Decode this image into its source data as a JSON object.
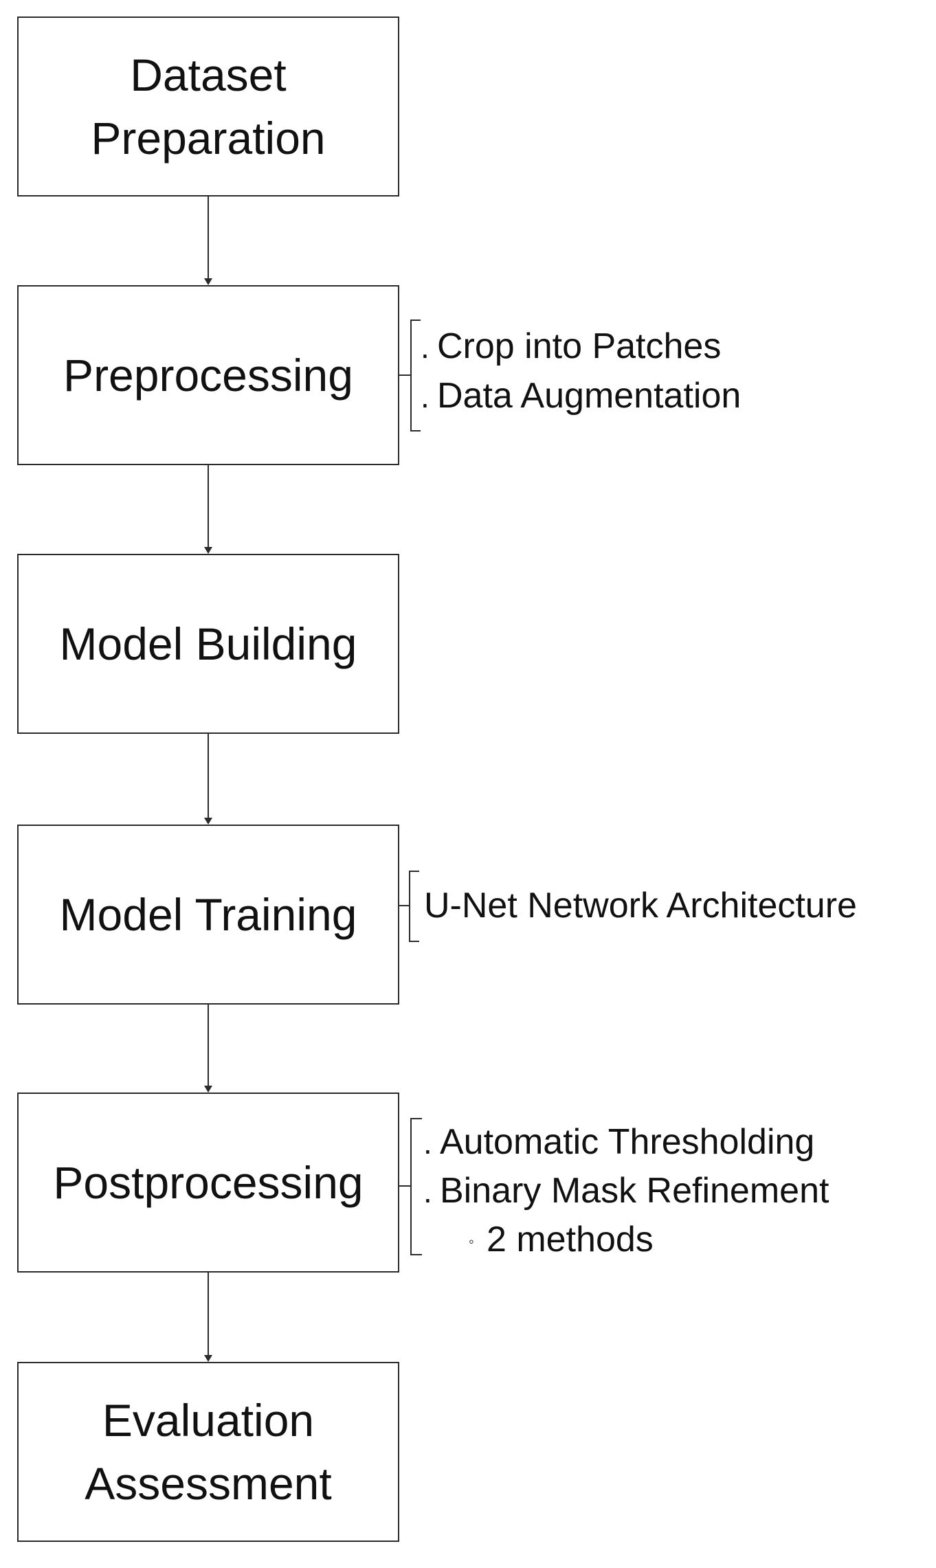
{
  "steps": [
    {
      "label": "Dataset\nPreparation"
    },
    {
      "label": "Preprocessing"
    },
    {
      "label": "Model Building"
    },
    {
      "label": "Model Training"
    },
    {
      "label": "Postprocessing"
    },
    {
      "label": "Evaluation\nAssessment"
    }
  ],
  "annotations": {
    "preprocessing": {
      "items": [
        "Crop into Patches",
        "Data Augmentation"
      ]
    },
    "training": {
      "items": [
        "U-Net Network Architecture"
      ]
    },
    "postprocessing": {
      "items": [
        "Automatic Thresholding",
        "Binary Mask Refinement"
      ],
      "sub_items": [
        "2 methods"
      ]
    }
  },
  "colors": {
    "line": "#2b2b2b",
    "text": "#111111",
    "background": "#ffffff"
  }
}
